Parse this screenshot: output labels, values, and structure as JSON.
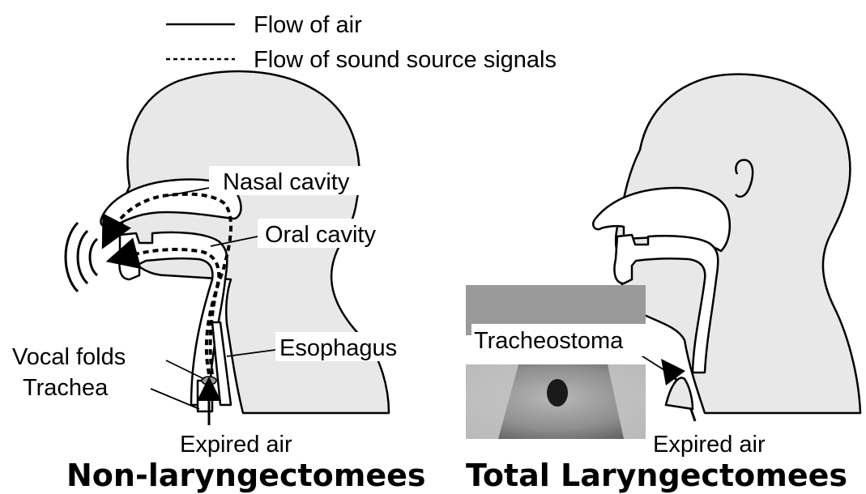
{
  "legend": {
    "solid": "Flow of air",
    "dashed": "Flow of sound source signals"
  },
  "left_panel": {
    "title": "Non-laryngectomees",
    "labels": {
      "nasal_cavity": "Nasal cavity",
      "oral_cavity": "Oral cavity",
      "esophagus": "Esophagus",
      "vocal_folds": "Vocal folds",
      "trachea": "Trachea",
      "expired_air": "Expired air"
    }
  },
  "right_panel": {
    "title": "Total Laryngectomees",
    "labels": {
      "tracheostoma": "Tracheostoma",
      "expired_air": "Expired air"
    }
  },
  "colors": {
    "tissue": "#e8e8e8",
    "line": "#000000",
    "photo": "#8a8a8a"
  }
}
